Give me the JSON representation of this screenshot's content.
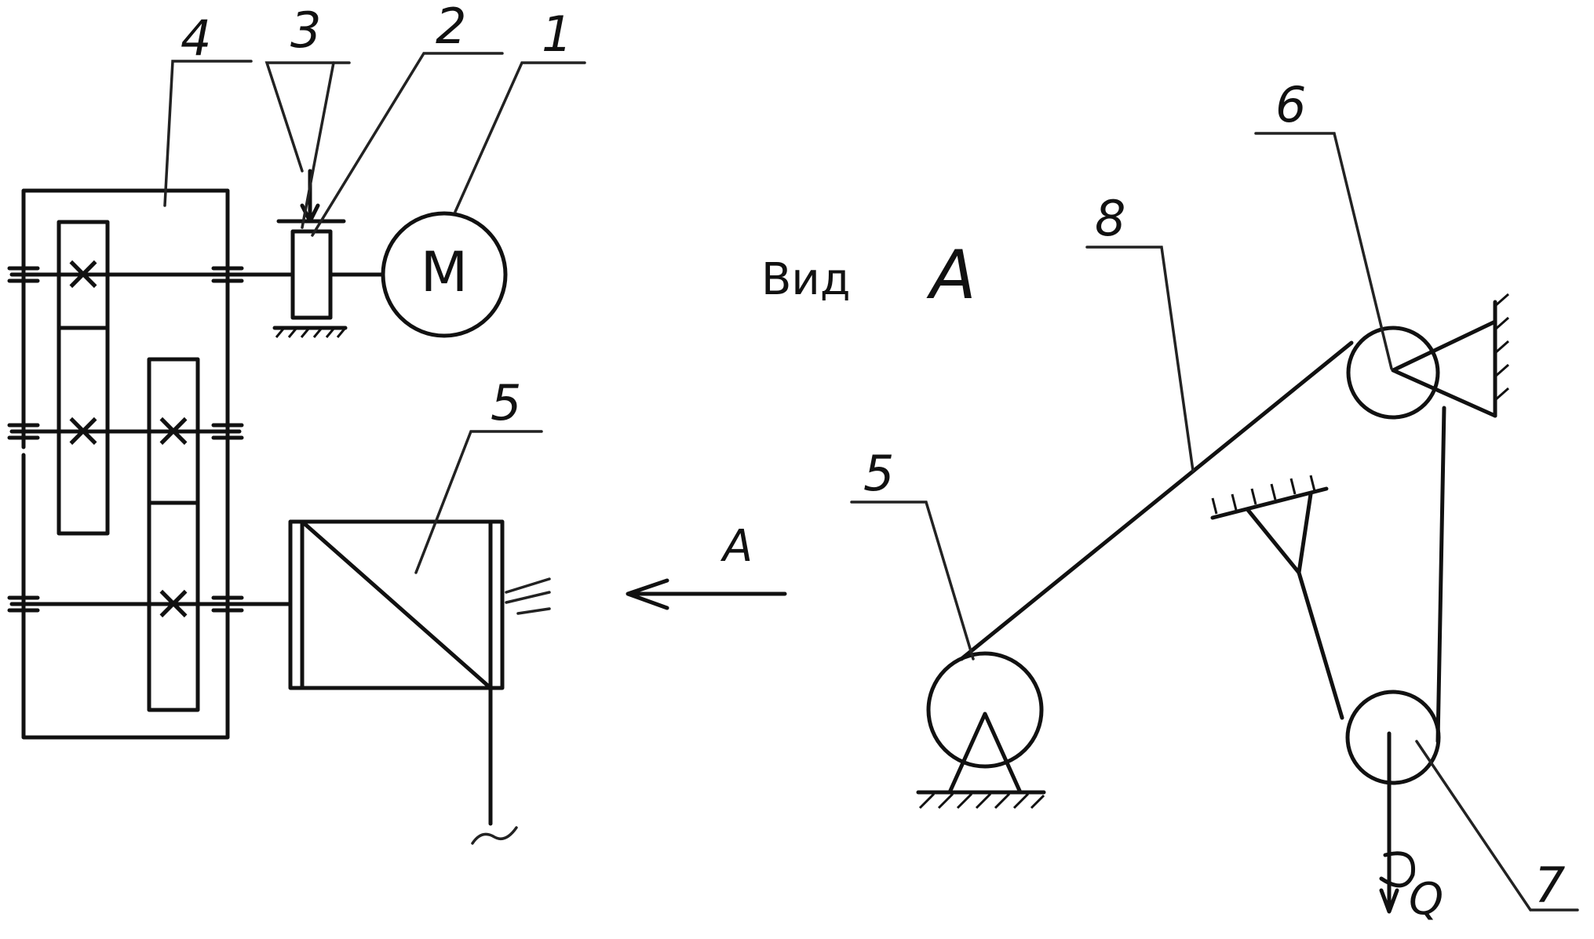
{
  "diagram": {
    "callouts": {
      "c1": "1",
      "c2": "2",
      "c3": "3",
      "c4": "4",
      "c5_left": "5",
      "c5_right": "5",
      "c6": "6",
      "c7": "7",
      "c8": "8"
    },
    "motor_symbol": "M",
    "gear_mark": "×",
    "view_arrow_label": "A",
    "view_title_word": "Вид",
    "view_title_letter": "A",
    "load_label": "Q"
  }
}
